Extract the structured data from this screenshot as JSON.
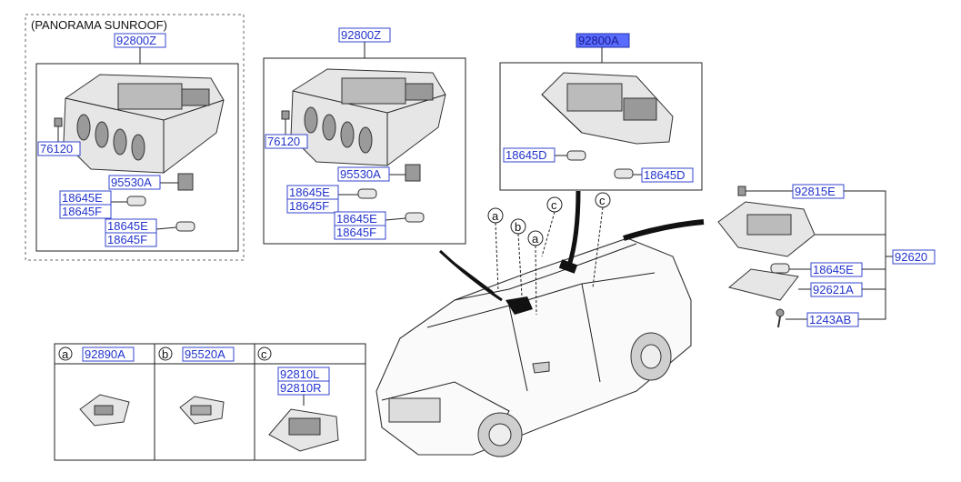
{
  "panorama_group": {
    "caption": "(PANORAMA SUNROOF)",
    "assembly": "92800Z",
    "parts": [
      "76120",
      "95530A",
      "18645E",
      "18645F",
      "18645E",
      "18645F"
    ]
  },
  "standard_group": {
    "assembly": "92800Z",
    "parts": [
      "76120",
      "95530A",
      "18645E",
      "18645F",
      "18645E",
      "18645F"
    ]
  },
  "highlight_group": {
    "assembly": "92800A",
    "parts": [
      "18645D",
      "18645D"
    ]
  },
  "rear_lamp_group": {
    "parts": [
      "92815E",
      "18645E",
      "92621A",
      "1243AB"
    ],
    "assembly": "92620"
  },
  "callouts": {
    "a": "a",
    "b": "b",
    "c": "c"
  },
  "legend_table": {
    "cells": [
      {
        "letter": "a",
        "part": "92890A"
      },
      {
        "letter": "b",
        "part": "95520A"
      },
      {
        "letter": "c",
        "parts": [
          "92810L",
          "92810R"
        ]
      }
    ]
  },
  "colors": {
    "part_number_text": "#2233cc",
    "highlight_tag": "#5a6cff"
  }
}
